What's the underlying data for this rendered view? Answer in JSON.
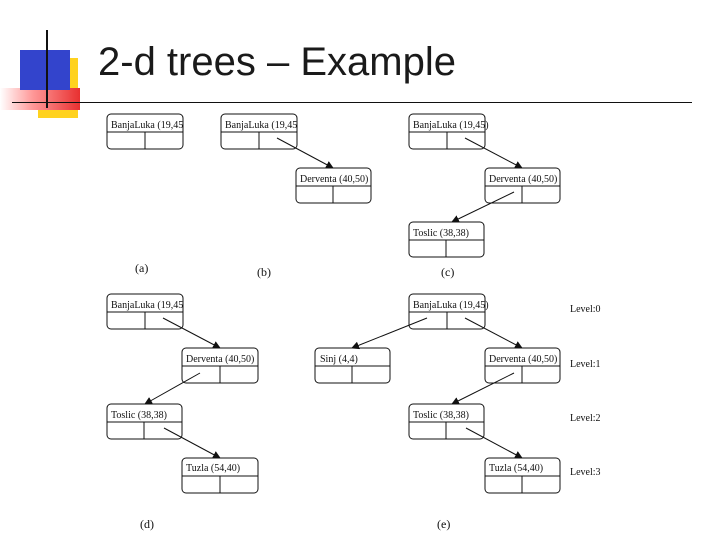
{
  "slide": {
    "title": "2-d trees – Example"
  },
  "captions": {
    "a": "(a)",
    "b": "(b)",
    "c": "(c)",
    "d": "(d)",
    "e": "(e)"
  },
  "levels": [
    "Level:0",
    "Level:1",
    "Level:2",
    "Level:3"
  ],
  "nodes": {
    "a_root": "BanjaLuka (19,45",
    "b_root": "BanjaLuka (19,45",
    "b_derventa": "Derventa (40,50)",
    "c_root": "BanjaLuka (19,45)",
    "c_derventa": "Derventa (40,50)",
    "c_toslic": "Toslic (38,38)",
    "d_root": "BanjaLuka (19,45",
    "d_derventa": "Derventa (40,50)",
    "d_toslic": "Toslic (38,38)",
    "d_tuzla": "Tuzla (54,40)",
    "e_root": "BanjaLuka (19,45)",
    "e_sinj": "Sinj (4,4)",
    "e_derventa": "Derventa (40,50)",
    "e_toslic": "Toslic (38,38)",
    "e_tuzla": "Tuzla (54,40)"
  },
  "colors": {
    "deco_blue": "#3344cc",
    "deco_red": "#dd2222",
    "deco_yellow": "#ffcc00"
  }
}
